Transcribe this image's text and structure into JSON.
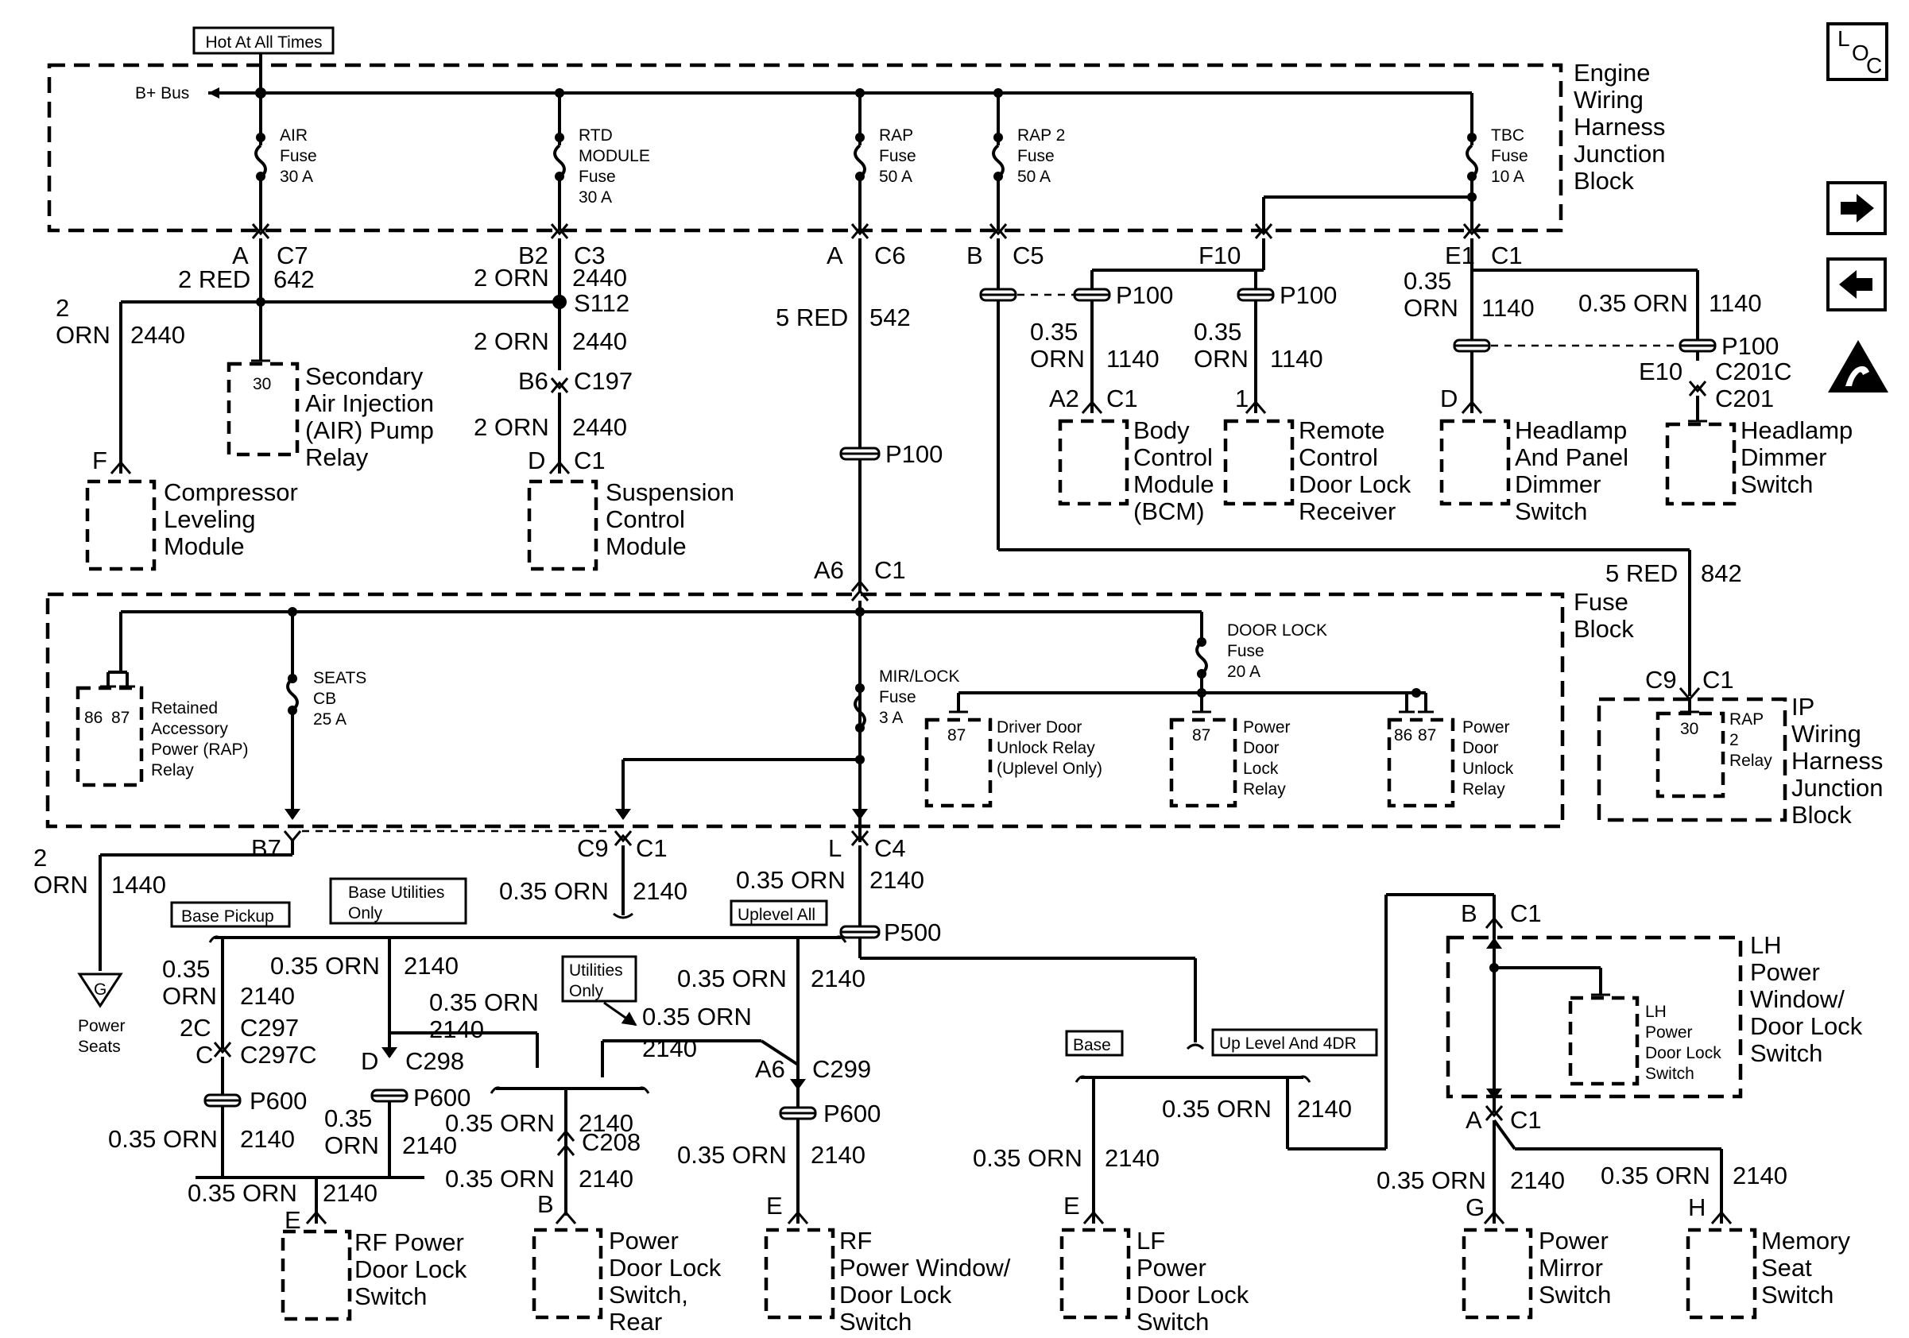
{
  "top": {
    "hot_at_all_times": "Hot At All Times",
    "bplus_bus": "B+ Bus"
  },
  "engine_block": {
    "l1": "Engine",
    "l2": "Wiring",
    "l3": "Harness",
    "l4": "Junction",
    "l5": "Block"
  },
  "fuses": {
    "air": [
      "AIR",
      "Fuse",
      "30 A"
    ],
    "rtd": [
      "RTD",
      "MODULE",
      "Fuse",
      "30 A"
    ],
    "rap": [
      "RAP",
      "Fuse",
      "50 A"
    ],
    "rap2": [
      "RAP 2",
      "Fuse",
      "50 A"
    ],
    "tbc": [
      "TBC",
      "Fuse",
      "10 A"
    ],
    "seats": [
      "SEATS",
      "CB",
      "25 A"
    ],
    "mirlock": [
      "MIR/LOCK",
      "Fuse",
      "3 A"
    ],
    "doorlock": [
      "DOOR LOCK",
      "Fuse",
      "20 A"
    ]
  },
  "wires": {
    "w1": {
      "pin": "A",
      "conn": "C7",
      "gauge": "2 RED",
      "circuit": "642"
    },
    "w1b": {
      "gauge_a": "2",
      "gauge_b": "ORN",
      "circuit": "2440",
      "pin": "F"
    },
    "w2": {
      "pin": "B2",
      "conn": "C3",
      "circuit": "2440",
      "gauge": "2 ORN",
      "splice": "S112"
    },
    "w2b": {
      "gauge": "2 ORN",
      "circuit": "2440",
      "pin": "B6",
      "conn": "C197"
    },
    "w2c": {
      "gauge": "2 ORN",
      "circuit": "2440",
      "pin": "D",
      "conn": "C1"
    },
    "w3": {
      "pin": "A",
      "conn": "C6",
      "gauge": "5 RED",
      "circuit": "542",
      "inline": "P100",
      "pin2": "A6",
      "conn2": "C1"
    },
    "w4": {
      "pin": "B",
      "conn": "C5",
      "gauge": "5 RED",
      "circuit": "842"
    },
    "w5": {
      "pin": "F10",
      "pin2": "E1",
      "conn": "C1",
      "p100": "P100"
    },
    "bcm_wire": {
      "ga": "0.35",
      "gb": "ORN",
      "circuit": "1140",
      "pin": "A2",
      "conn": "C1"
    },
    "rcdl_wire": {
      "ga": "0.35",
      "gb": "ORN",
      "circuit": "1140",
      "pin": "1"
    },
    "hpd_wire": {
      "ga": "0.35",
      "gb": "ORN",
      "circuit": "1140",
      "pin": "D"
    },
    "hdim_wire": {
      "g": "0.35 ORN",
      "circuit": "1140",
      "pin": "E10",
      "c1": "C201C",
      "c2": "C201"
    }
  },
  "components": {
    "air_relay": {
      "pin": "30",
      "l1": "Secondary",
      "l2": "Air Injection",
      "l3": "(AIR) Pump",
      "l4": "Relay"
    },
    "clm": {
      "l1": "Compressor",
      "l2": "Leveling",
      "l3": "Module"
    },
    "scm": {
      "l1": "Suspension",
      "l2": "Control",
      "l3": "Module"
    },
    "bcm": {
      "l1": "Body",
      "l2": "Control",
      "l3": "Module",
      "l4": "(BCM)"
    },
    "rcdlr": {
      "l1": "Remote",
      "l2": "Control",
      "l3": "Door Lock",
      "l4": "Receiver"
    },
    "hpds": {
      "l1": "Headlamp",
      "l2": "And Panel",
      "l3": "Dimmer",
      "l4": "Switch"
    },
    "hds": {
      "l1": "Headlamp",
      "l2": "Dimmer",
      "l3": "Switch"
    }
  },
  "fuse_block": {
    "l1": "Fuse",
    "l2": "Block",
    "rap_relay": {
      "p1": "86",
      "p2": "87",
      "l1": "Retained",
      "l2": "Accessory",
      "l3": "Power (RAP)",
      "l4": "Relay"
    },
    "ddur": {
      "p": "87",
      "l1": "Driver Door",
      "l2": "Unlock Relay",
      "l3": "(Uplevel Only)"
    },
    "pdlr": {
      "p": "87",
      "l1": "Power",
      "l2": "Door",
      "l3": "Lock",
      "l4": "Relay"
    },
    "pdur": {
      "p1": "86",
      "p2": "87",
      "l1": "Power",
      "l2": "Door",
      "l3": "Unlock",
      "l4": "Relay"
    }
  },
  "ip_block": {
    "pin": "C9",
    "conn": "C1",
    "relay": {
      "p": "30",
      "l1": "RAP",
      "l2": "2",
      "l3": "Relay"
    },
    "l1": "IP",
    "l2": "Wiring",
    "l3": "Harness",
    "l4": "Junction",
    "l5": "Block"
  },
  "lower": {
    "b7": "B7",
    "c9": "C9",
    "c1": "C1",
    "l": "L",
    "c4": "C4",
    "ps_wire": {
      "ga": "2",
      "gb": "ORN",
      "circuit": "1440"
    },
    "ps_label": [
      "Power",
      "Seats"
    ],
    "ground": "G",
    "c9_wire": {
      "g": "0.35 ORN",
      "circuit": "2140"
    },
    "c4_wire": {
      "g": "0.35 ORN",
      "circuit": "2140"
    },
    "p500": "P500",
    "tag_base_pickup": "Base Pickup",
    "tag_base_util": [
      "Base Utilities",
      "Only"
    ],
    "tag_uplevel_all": "Uplevel All",
    "tag_util_only": [
      "Utilities",
      "Only"
    ],
    "tag_base": "Base",
    "tag_uplevel_4dr": "Up Level And 4DR",
    "rf1": {
      "ga": "0.35",
      "gb": "ORN",
      "circuit": "2140",
      "pin": "2C",
      "pin2": "C",
      "conn": "C297",
      "conn2": "C297C",
      "p600": "P600",
      "g2": "0.35 ORN",
      "circuit2": "2140"
    },
    "rf2": {
      "g": "0.35 ORN",
      "circuit": "2140",
      "pin": "D",
      "conn": "C298",
      "p600": "P600",
      "ga": "0.35",
      "gb": "ORN",
      "circuit2": "2140"
    },
    "rear": {
      "g": "0.35 ORN",
      "circuit": "2140",
      "g2": "0.35 ORN",
      "circuit2": "2140",
      "conn": "C208",
      "g3": "0.35 ORN",
      "circuit3": "2140",
      "pin": "B"
    },
    "util": {
      "g": "0.35 ORN",
      "circuit": "2140"
    },
    "rfw": {
      "g": "0.35 ORN",
      "circuit": "2140",
      "pin": "A6",
      "conn": "C299",
      "p600": "P600",
      "g2": "0.35 ORN",
      "circuit2": "2140",
      "pin2": "E"
    },
    "rfs": {
      "g": "0.35 ORN",
      "circuit": "2140",
      "pin": "E"
    },
    "lf": {
      "g": "0.35 ORN",
      "circuit": "2140",
      "pin": "E"
    },
    "up4": {
      "g": "0.35 ORN",
      "circuit": "2140"
    }
  },
  "lower_components": {
    "rf_pdls": {
      "l1": "RF Power",
      "l2": "Door Lock",
      "l3": "Switch"
    },
    "pdls_rear": {
      "l1": "Power",
      "l2": "Door Lock",
      "l3": "Switch,",
      "l4": "Rear"
    },
    "rf_pwdl": {
      "l1": "RF",
      "l2": "Power Window/",
      "l3": "Door Lock",
      "l4": "Switch"
    },
    "lf_pdls": {
      "l1": "LF",
      "l2": "Power",
      "l3": "Door Lock",
      "l4": "Switch"
    },
    "lh_block": {
      "pin": "B",
      "conn": "C1",
      "pin2": "A",
      "conn2": "C1",
      "l1": "LH",
      "l2": "Power",
      "l3": "Window/",
      "l4": "Door Lock",
      "l5": "Switch"
    },
    "lh_inner": {
      "l1": "LH",
      "l2": "Power",
      "l3": "Door Lock",
      "l4": "Switch"
    },
    "pms": {
      "g": "0.35 ORN",
      "circuit": "2140",
      "pin": "G",
      "l1": "Power",
      "l2": "Mirror",
      "l3": "Switch"
    },
    "mss": {
      "g": "0.35 ORN",
      "circuit": "2140",
      "pin": "H",
      "l1": "Memory",
      "l2": "Seat",
      "l3": "Switch"
    }
  },
  "icons": {
    "loc": {
      "l": "L",
      "o": "O",
      "c": "C"
    }
  }
}
